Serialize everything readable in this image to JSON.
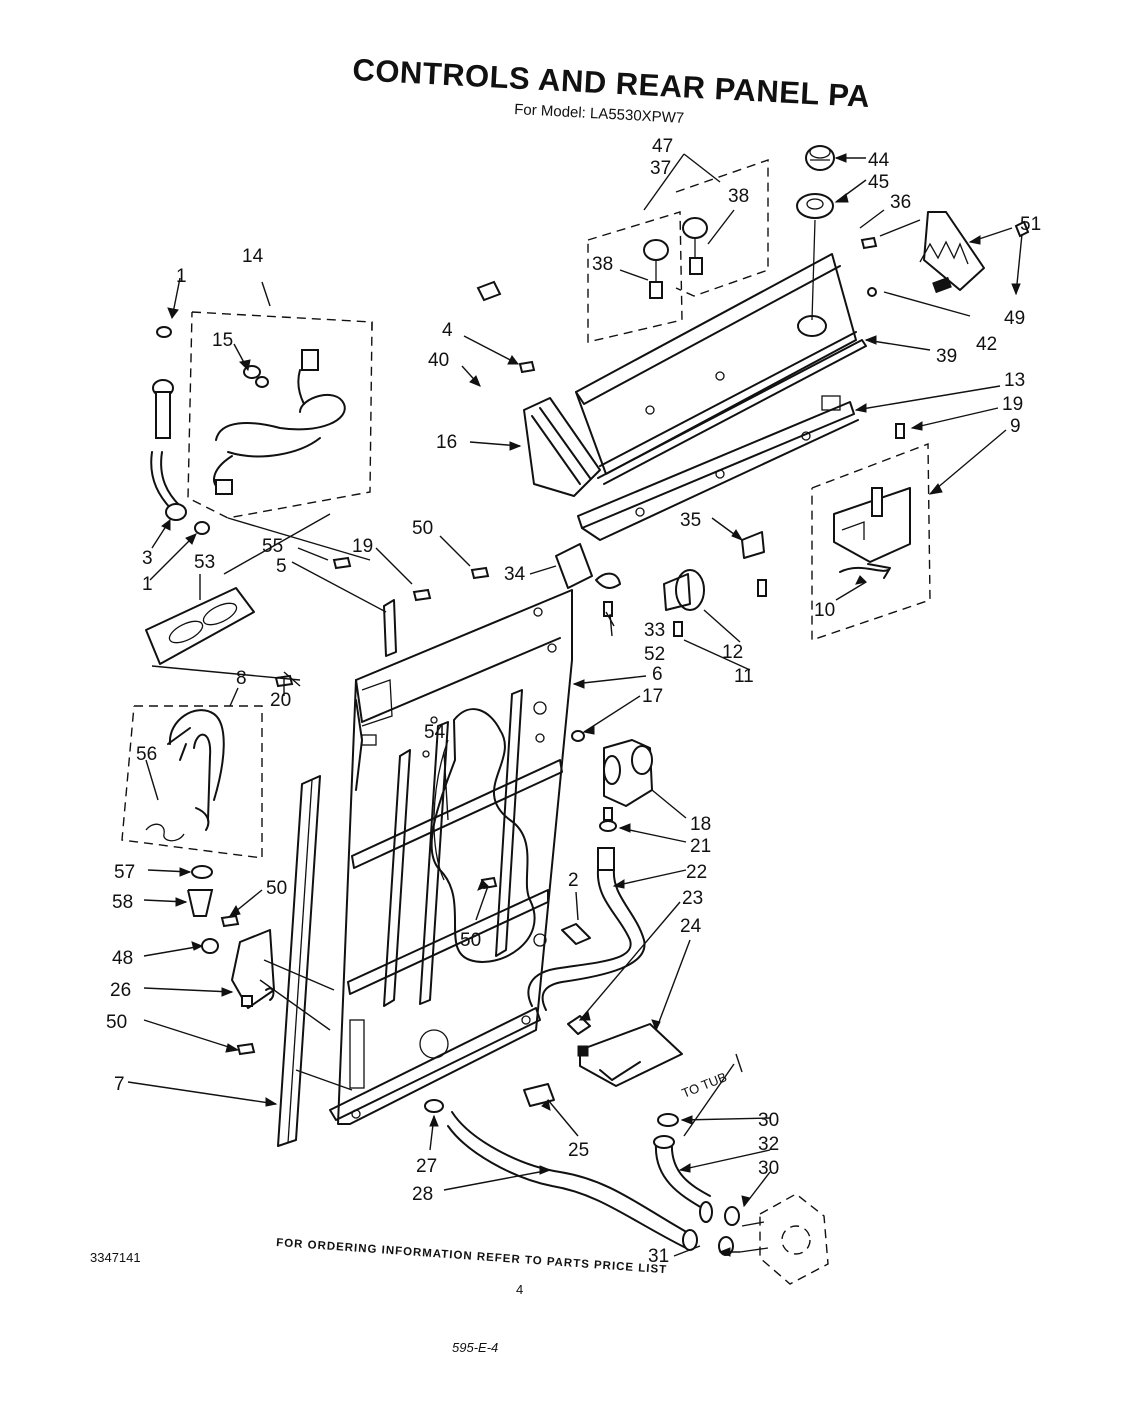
{
  "title": "CONTROLS AND REAR PANEL PARTS",
  "model_line": "For Model: LA5530XPW7",
  "doc_number": "3347141",
  "footer_note": "FOR ORDERING INFORMATION REFER TO PARTS PRICE LIST",
  "page_number": "4",
  "handwritten_ref": "595-E-4",
  "to_tub_label": "TO TUB",
  "labels": {
    "l1a": "1",
    "l1b": "1",
    "l2": "2",
    "l3": "3",
    "l4": "4",
    "l5": "5",
    "l6": "6",
    "l7": "7",
    "l8": "8",
    "l9": "9",
    "l10": "10",
    "l11": "11",
    "l12": "12",
    "l13": "13",
    "l14": "14",
    "l15": "15",
    "l16": "16",
    "l17": "17",
    "l18": "18",
    "l19a": "19",
    "l19b": "19",
    "l20": "20",
    "l21": "21",
    "l22": "22",
    "l23": "23",
    "l24": "24",
    "l25": "25",
    "l26": "26",
    "l27": "27",
    "l28": "28",
    "l30a": "30",
    "l30b": "30",
    "l31": "31",
    "l32": "32",
    "l33": "33",
    "l34": "34",
    "l35": "35",
    "l36": "36",
    "l37": "37",
    "l38a": "38",
    "l38b": "38",
    "l39": "39",
    "l40": "40",
    "l42": "42",
    "l44": "44",
    "l45": "45",
    "l47": "47",
    "l48": "48",
    "l49": "49",
    "l50a": "50",
    "l50b": "50",
    "l50c": "50",
    "l50d": "50",
    "l51": "51",
    "l52": "52",
    "l53": "53",
    "l54": "54",
    "l55": "55",
    "l56": "56",
    "l57": "57",
    "l58": "58"
  }
}
